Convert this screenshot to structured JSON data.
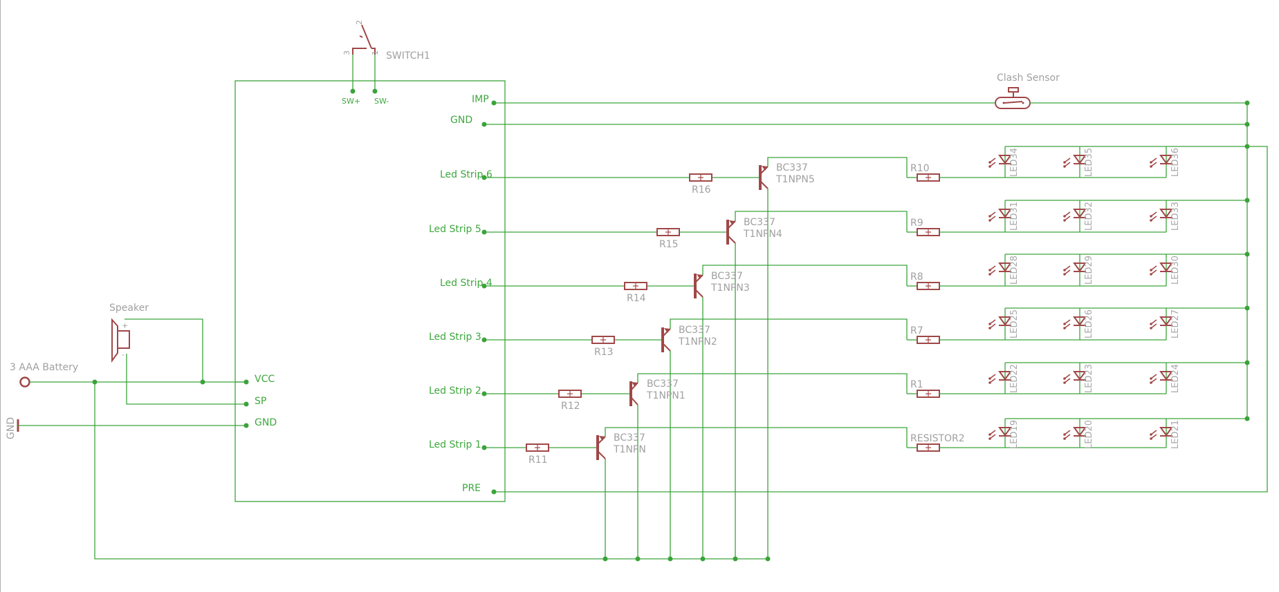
{
  "board": {
    "pins_left": [
      "VCC",
      "SP",
      "GND"
    ],
    "pins_right": [
      "IMP",
      "GND",
      "Led Strip 6",
      "Led Strip 5",
      "Led Strip 4",
      "Led Strip 3",
      "Led Strip 2",
      "Led Strip 1",
      "PRE"
    ],
    "pins_top": [
      "SW+",
      "SW-"
    ]
  },
  "switch": {
    "name": "SWITCH1",
    "pins": [
      "3",
      "2",
      "1"
    ]
  },
  "battery": {
    "name": "3 AAA Battery"
  },
  "ground_symbol": {
    "name": "GND"
  },
  "speaker": {
    "name": "Speaker",
    "plus": "+",
    "minus": "-"
  },
  "clash_sensor": {
    "name": "Clash Sensor"
  },
  "transistors": [
    {
      "name": "T1NPN5",
      "value": "BC337"
    },
    {
      "name": "T1NPN4",
      "value": "BC337"
    },
    {
      "name": "T1NPN3",
      "value": "BC337"
    },
    {
      "name": "T1NPN2",
      "value": "BC337"
    },
    {
      "name": "T1NPN1",
      "value": "BC337"
    },
    {
      "name": "T1NPN",
      "value": "BC337"
    }
  ],
  "base_resistors": [
    "R16",
    "R15",
    "R14",
    "R13",
    "R12",
    "R11"
  ],
  "led_resistors": [
    "R10",
    "R9",
    "R8",
    "R7",
    "R1",
    "RESISTOR2"
  ],
  "led_rows": [
    [
      "LED34",
      "LED35",
      "LED36"
    ],
    [
      "LED31",
      "LED32",
      "LED33"
    ],
    [
      "LED28",
      "LED29",
      "LED30"
    ],
    [
      "LED25",
      "LED26",
      "LED27"
    ],
    [
      "LED22",
      "LED23",
      "LED24"
    ],
    [
      "LED19",
      "LED20",
      "LED21"
    ]
  ],
  "colors": {
    "net": "#3aa33a",
    "part": "#a04747",
    "label_name": "#3ea73e",
    "label_value": "#a0a0a0"
  }
}
